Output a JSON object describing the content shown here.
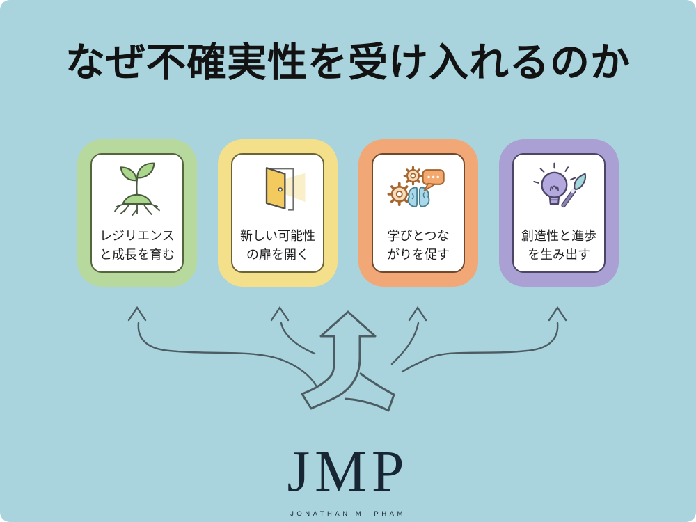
{
  "title": "なぜ不確実性を受け入れるのか",
  "title_color": "#121212",
  "background_color": "#a9d4dd",
  "cards": [
    {
      "icon": "sprout-icon",
      "line1": "レジリエンス",
      "line2": "と成長を育む",
      "accent_color": "#b8d99e",
      "border_color": "#55663f"
    },
    {
      "icon": "open-door-icon",
      "line1": "新しい可能性",
      "line2": "の扉を開く",
      "accent_color": "#f4e08a",
      "border_color": "#6d6435"
    },
    {
      "icon": "gears-brain-chat-icon",
      "line1": "学びとつな",
      "line2": "がりを促す",
      "accent_color": "#f2a876",
      "border_color": "#70492c"
    },
    {
      "icon": "lightbulb-paintbrush-icon",
      "line1": "創造性と進歩",
      "line2": "を生み出す",
      "accent_color": "#aaa0d4",
      "border_color": "#4b4566"
    }
  ],
  "diagram": {
    "type": "branching-arrows",
    "arrow_color": "#4c5c62",
    "description": "central upward block arrow with two crossing ribbon tails, plus four curved thin arrows pointing up to each card"
  },
  "footer_logo": {
    "monogram": "JMP",
    "name": "JONATHAN M. PHAM",
    "color": "#182634"
  }
}
